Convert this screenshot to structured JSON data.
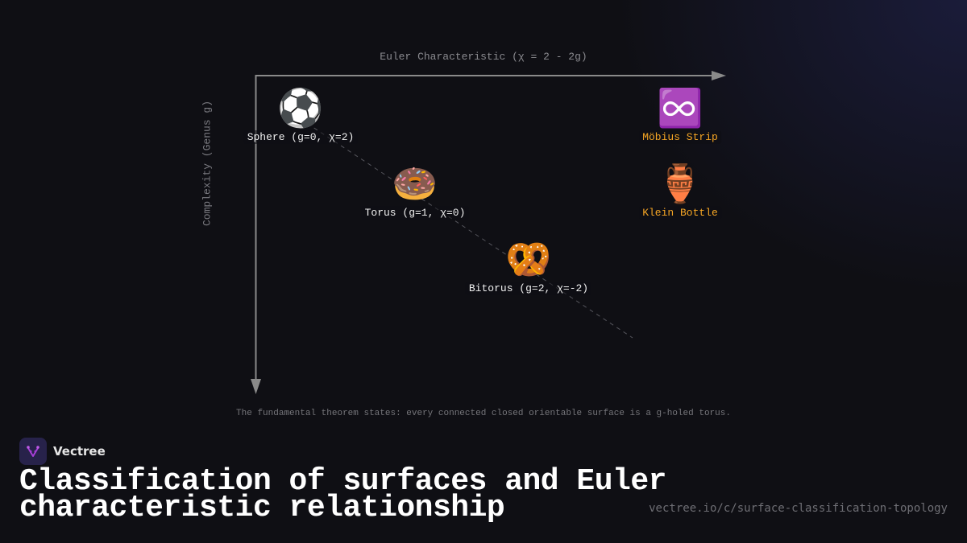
{
  "diagram": {
    "x_axis_title": "Euler Characteristic (χ = 2 - 2g)",
    "y_axis_title": "Complexity (Genus g)",
    "surfaces": [
      {
        "name": "Sphere",
        "label": "Sphere (g=0, χ=2)",
        "genus": 0,
        "chi": 2,
        "icon": "⚽",
        "icon_name": "soccer-ball-icon",
        "orientable": true
      },
      {
        "name": "Torus",
        "label": "Torus (g=1, χ=0)",
        "genus": 1,
        "chi": 0,
        "icon": "🍩",
        "icon_name": "donut-icon",
        "orientable": true
      },
      {
        "name": "Bitorus",
        "label": "Bitorus (g=2, χ=-2)",
        "genus": 2,
        "chi": -2,
        "icon": "🥨",
        "icon_name": "pretzel-icon",
        "orientable": true
      },
      {
        "name": "Möbius Strip",
        "label": "Möbius Strip",
        "icon": "♾️",
        "icon_name": "infinity-icon",
        "orientable": false
      },
      {
        "name": "Klein Bottle",
        "label": "Klein Bottle",
        "icon": "🏺",
        "icon_name": "amphora-icon",
        "orientable": false
      }
    ],
    "theorem": "The fundamental theorem states: every connected closed orientable surface is a g-holed torus."
  },
  "colors": {
    "background": "#0f0f14",
    "orientable_label": "#f0f0f0",
    "non_orientable_label": "#f5a524",
    "axis": "#8a8a8a"
  },
  "footer": {
    "brand": "Vectree",
    "title_line1": "Classification of surfaces and Euler",
    "title_line2": "characteristic relationship",
    "url": "vectree.io/c/surface-classification-topology"
  }
}
